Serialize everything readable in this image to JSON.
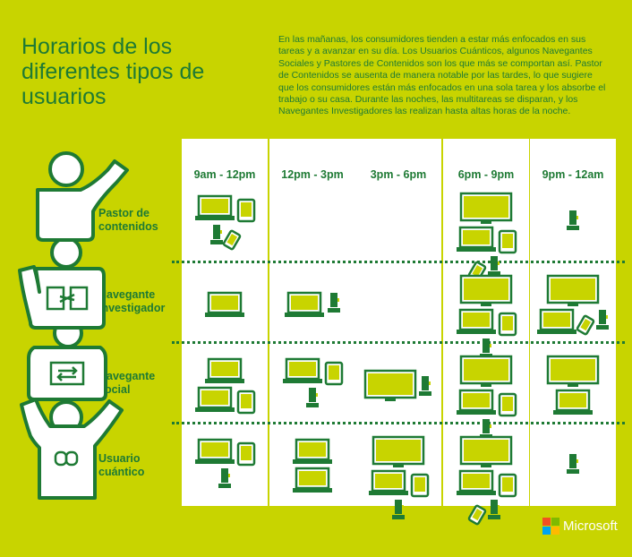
{
  "title": "Horarios de los diferentes tipos de usuarios",
  "intro": "En las mañanas, los consumidores tienden a estar más enfocados en sus tareas y a avanzar en su día. Los Usuarios Cuánticos, algunos Navegantes Sociales y Pastores de Contenidos son los que más se comportan así. Pastor de Contenidos se ausenta de manera notable por las tardes, lo que sugiere que los consumidores están más enfocados en una sola tarea y los absorbe el trabajo o su casa. Durante las noches, las multitareas se disparan, y los Navegantes Investigadores las realizan hasta altas horas de la noche.",
  "time_slots": [
    "9am - 12pm",
    "12pm - 3pm",
    "3pm - 6pm",
    "6pm - 9pm",
    "9pm - 12am"
  ],
  "user_types": [
    {
      "label": "Pastor de contenidos",
      "icon": "arrows-icon"
    },
    {
      "label": "Navegante investigador",
      "icon": "browse-icon"
    },
    {
      "label": "Navegante social",
      "icon": "share-icon"
    },
    {
      "label": "Usuario cuántico",
      "icon": "link-icon"
    }
  ],
  "grid": [
    [
      [
        "laptop",
        "tablet",
        "console",
        "phone"
      ],
      [],
      [],
      [
        "tv",
        "laptop",
        "tablet",
        "phone",
        "console"
      ],
      [
        "console"
      ]
    ],
    [
      [
        "laptop"
      ],
      [
        "laptop",
        "console"
      ],
      [],
      [
        "tv",
        "laptop",
        "tablet",
        "console"
      ],
      [
        "tv",
        "laptop",
        "phone",
        "console"
      ]
    ],
    [
      [
        "laptop",
        "laptop",
        "tablet"
      ],
      [
        "laptop",
        "tablet",
        "console"
      ],
      [
        "tv",
        "console"
      ],
      [
        "tv",
        "laptop",
        "tablet",
        "console"
      ],
      [
        "tv",
        "laptop"
      ]
    ],
    [
      [
        "laptop",
        "tablet",
        "console"
      ],
      [
        "laptop",
        "laptop"
      ],
      [
        "tv",
        "laptop",
        "tablet",
        "console"
      ],
      [
        "tv",
        "laptop",
        "tablet",
        "phone",
        "console"
      ],
      [
        "console"
      ]
    ]
  ],
  "colors": {
    "background": "#c8d400",
    "green": "#1e7a34",
    "column": "#ffffff"
  },
  "brand": {
    "name": "Microsoft",
    "logo_colors": [
      "#f25022",
      "#7fba00",
      "#00a4ef",
      "#ffb900"
    ]
  }
}
